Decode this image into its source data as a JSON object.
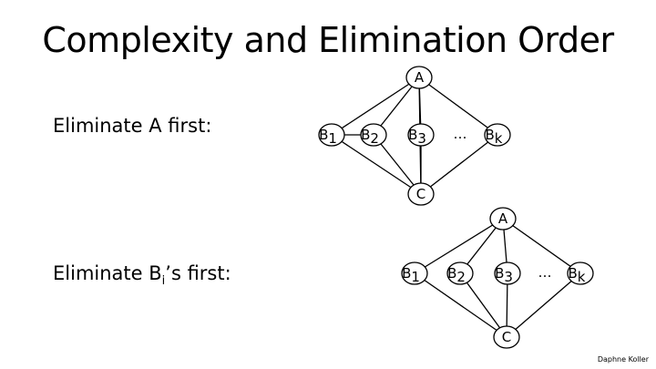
{
  "title": "Complexity and Elimination Order",
  "labels": {
    "eliminate_a": "Eliminate A first:",
    "eliminate_b_prefix": "Eliminate B",
    "eliminate_b_sub": "i",
    "eliminate_b_suffix": "’s first:"
  },
  "graphs": [
    {
      "top": {
        "text": "A",
        "sub": ""
      },
      "middle": [
        {
          "text": "B",
          "sub": "1"
        },
        {
          "text": "B",
          "sub": "2"
        },
        {
          "text": "B",
          "sub": "3"
        },
        {
          "text": "B",
          "sub": "k"
        }
      ],
      "bottom": {
        "text": "C",
        "sub": ""
      },
      "ellipsis": "…"
    },
    {
      "top": {
        "text": "A",
        "sub": ""
      },
      "middle": [
        {
          "text": "B",
          "sub": "1"
        },
        {
          "text": "B",
          "sub": "2"
        },
        {
          "text": "B",
          "sub": "3"
        },
        {
          "text": "B",
          "sub": "k"
        }
      ],
      "bottom": {
        "text": "C",
        "sub": ""
      },
      "ellipsis": "…"
    }
  ],
  "credit": "Daphne Koller"
}
